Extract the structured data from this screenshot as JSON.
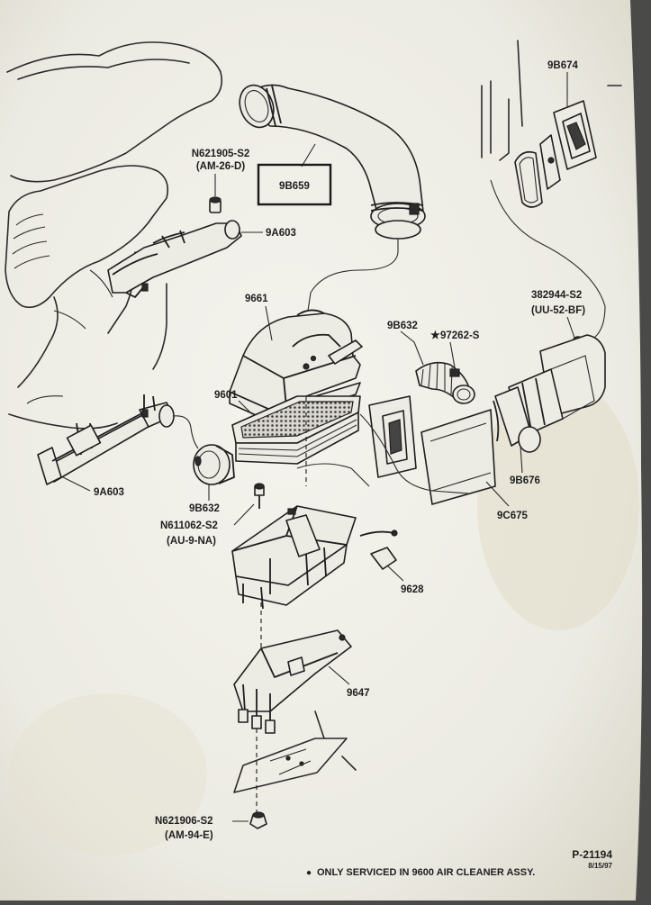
{
  "labels": {
    "fastener_top": "N621905-S2",
    "fastener_top_code": "(AM-26-D)",
    "duct_tube": "9B659",
    "intake_resonator": "9A603",
    "intake_resonator_lower": "9A603",
    "cover": "9661",
    "element": "9601",
    "tube_left": "9B632",
    "fastener_mid": "N611062-S2",
    "fastener_mid_code": "(AU-9-NA)",
    "tube_right": "9B632",
    "clamp": "97262-S",
    "screw": "382944-S2",
    "screw_code": "(UU-52-BF)",
    "duct_far": "9B674",
    "duct_right": "9B676",
    "duct_lower": "9C675",
    "bracket": "9628",
    "mount_bracket": "9647",
    "nut_bottom": "N621906-S2",
    "nut_bottom_code": "(AM-94-E)",
    "footnote": "ONLY SERVICED IN 9600 AIR CLEANER ASSY.",
    "fig_number": "P-21194",
    "fig_date": "8/15/97"
  },
  "symbols": {
    "star": "★",
    "bullet": "●"
  }
}
